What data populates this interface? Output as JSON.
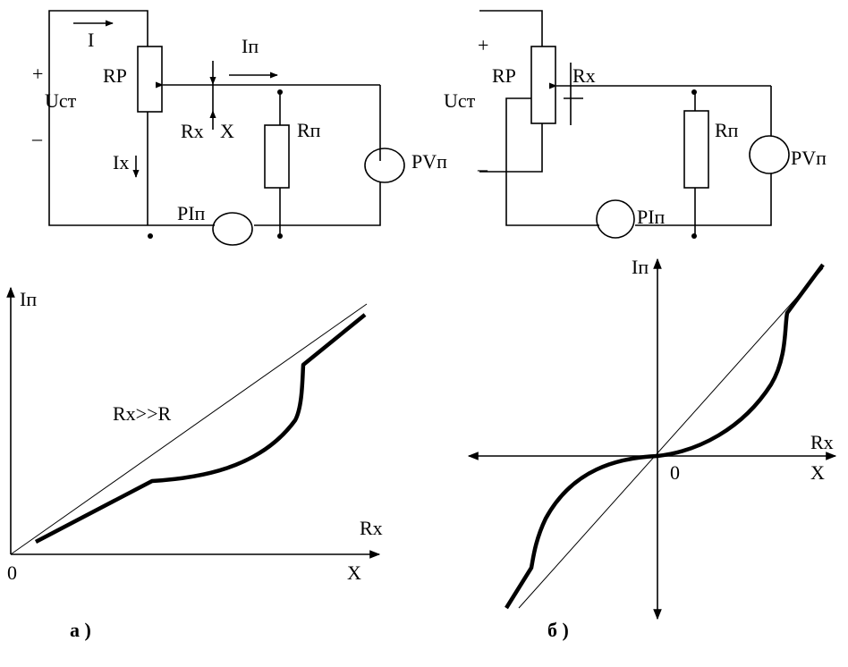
{
  "circuit_a": {
    "plus": "+",
    "minus": "–",
    "source": "Uст",
    "current_total": "I",
    "pot": "RP",
    "current_load": "Iп",
    "current_x": "Iх",
    "tap_resistance": "Rх",
    "tap_position": "X",
    "load_resistor": "Rп",
    "voltmeter": "PVп",
    "ammeter": "PIп"
  },
  "circuit_b": {
    "plus": "+",
    "minus": "–",
    "source": "Uст",
    "pot": "RP",
    "tap_resistance": "Rх",
    "load_resistor": "Rп",
    "voltmeter": "PVп",
    "ammeter": "PIп"
  },
  "graph_a": {
    "y_axis": "Iп",
    "x_axis_resistance": "Rх",
    "x_axis_position": "X",
    "origin": "0",
    "ideal_line_label": "Rх>>R",
    "caption": "а )"
  },
  "graph_b": {
    "y_axis": "Iп",
    "x_axis_resistance": "Rх",
    "x_axis_position": "X",
    "origin": "0",
    "caption": "б )"
  }
}
